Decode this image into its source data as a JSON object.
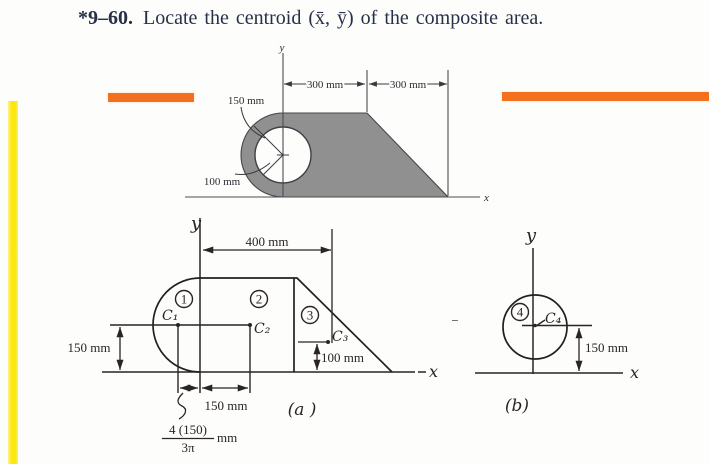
{
  "colors": {
    "highlight_yellow": "#fce70e",
    "highlight_orange": "#f2701e",
    "shape_gray": "#909090",
    "print_ink": "#3a3a40",
    "hand_ink": "#2a2522",
    "title_text": "#273048"
  },
  "title": {
    "number": "*9–60.",
    "text": "Locate the centroid (x̄, ȳ) of the composite area."
  },
  "top_figure": {
    "y_axis": "y",
    "x_axis": "x",
    "dim_left": "300 mm",
    "dim_right": "300 mm",
    "outer_radius": "150 mm",
    "inner_radius": "100 mm"
  },
  "figure_a": {
    "caption": "(a )",
    "y_axis": "y",
    "x_axis": "x",
    "dim_top": "400 mm",
    "dim_left": "150 mm",
    "dim_bottom": "150 mm",
    "dim_centroid3": "100 mm",
    "frac_numerator": "4 (150)",
    "frac_denominator": "3π",
    "frac_unit": "mm",
    "centroid1": "C₁",
    "centroid2": "C₂",
    "centroid3": "C₃",
    "num1": "1",
    "num2": "2",
    "num3": "3"
  },
  "operator": {
    "minus": "−"
  },
  "figure_b": {
    "caption": "(b)",
    "y_axis": "y",
    "x_axis": "x",
    "dim_height": "150 mm",
    "centroid4": "C₄",
    "num4": "4"
  }
}
